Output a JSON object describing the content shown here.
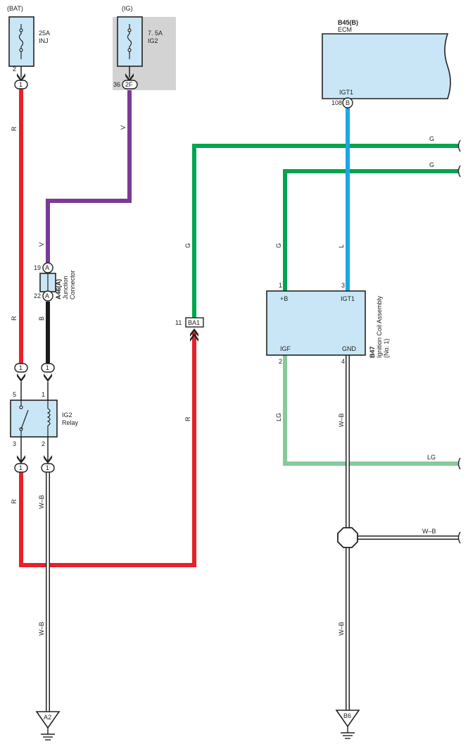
{
  "power_sources": {
    "bat": "(BAT)",
    "ig": "(IG)"
  },
  "fuses": {
    "inj": {
      "rating": "25A",
      "name": "INJ",
      "pin": "2",
      "connector": "1"
    },
    "ig2": {
      "rating": "7. 5A",
      "name": "IG2",
      "pin": "36",
      "connector": "2F"
    }
  },
  "ecm": {
    "code": "B45(B)",
    "name": "ECM",
    "terminal": "IGT1",
    "pin": "108",
    "connector": "B"
  },
  "junction_connector": {
    "code": "A46(A)",
    "name_line1": "Junction",
    "name_line2": "Connector",
    "pin_top": "19",
    "pin_bottom": "22",
    "connector": "A"
  },
  "relay": {
    "name_line1": "IG2",
    "name_line2": "Relay",
    "pin_top_left": "5",
    "pin_top_right": "1",
    "pin_bottom_left": "3",
    "pin_bottom_right": "2",
    "connector": "1"
  },
  "inline_connector": {
    "pin": "11",
    "id": "BA1"
  },
  "ignition_coil": {
    "code": "B47",
    "name_line1": "Ignition Coil Assembly",
    "name_line2": "(No. 1)",
    "terminals": {
      "plus_b": "+B",
      "igt1": "IGT1",
      "igf": "IGF",
      "gnd": "GND"
    },
    "pins": {
      "plus_b": "1",
      "igt1": "3",
      "igf": "2",
      "gnd": "4"
    }
  },
  "wire_colors": {
    "r": "R",
    "v": "V",
    "b": "B",
    "g": "G",
    "l": "L",
    "lg": "LG",
    "wb": "W–B"
  },
  "grounds": {
    "left": "A2",
    "right": "B6"
  },
  "colors": {
    "red": "#e8202a",
    "violet": "#7b3a96",
    "black": "#1a1a1a",
    "green": "#00a550",
    "blue": "#1aa7e8",
    "light_green": "#86c99a",
    "component_fill": "#c9e6f7",
    "ig_shade": "#d3d3d3"
  }
}
